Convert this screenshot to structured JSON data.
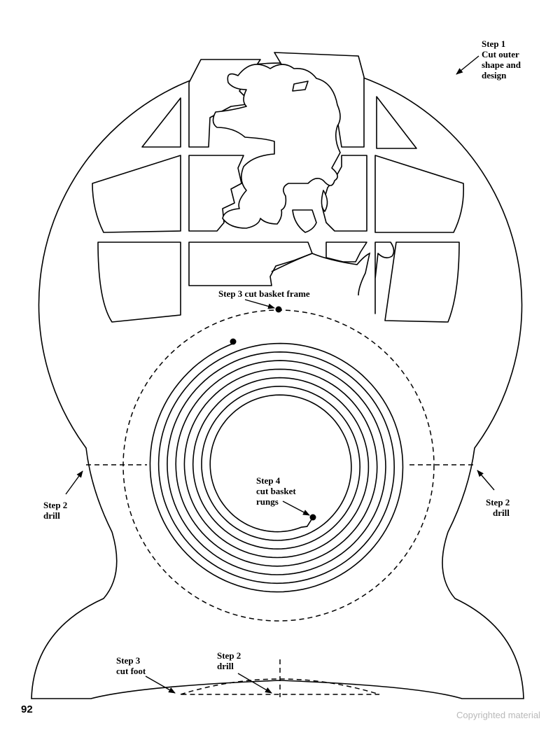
{
  "labels": {
    "step1": [
      "Step 1",
      "Cut outer",
      "shape and",
      "design"
    ],
    "step2_left": [
      "Step 2",
      "drill"
    ],
    "step2_right": [
      "Step 2",
      "drill"
    ],
    "step2_bottom": [
      "Step 2",
      "drill"
    ],
    "step3_frame": "Step 3 cut basket frame",
    "step3_foot": [
      "Step 3",
      "cut foot"
    ],
    "step4": [
      "Step 4",
      "cut basket",
      "rungs"
    ]
  },
  "page_number": "92",
  "copyright": "Copyrighted material"
}
